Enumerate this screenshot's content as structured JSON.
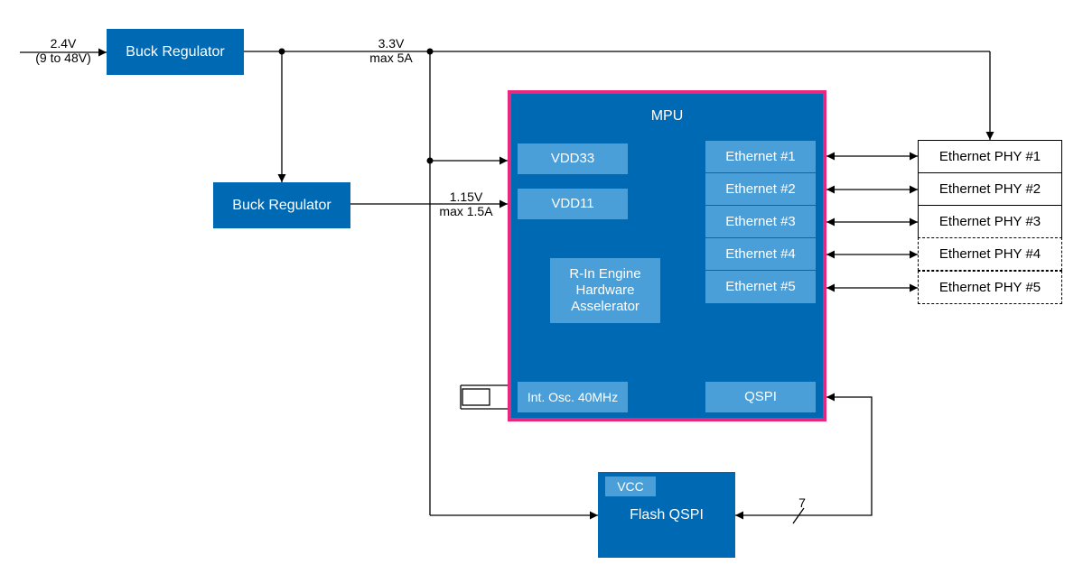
{
  "input": {
    "voltage": "2.4V",
    "range": "(9 to 48V)"
  },
  "buck1": {
    "label": "Buck Regulator"
  },
  "buck2": {
    "label": "Buck Regulator"
  },
  "rail33": {
    "voltage": "3.3V",
    "current": "max 5A"
  },
  "rail11": {
    "voltage": "1.15V",
    "current": "max 1.5A"
  },
  "mpu": {
    "title": "MPU",
    "vdd33": "VDD33",
    "vdd11": "VDD11",
    "rin": [
      "R-In Engine",
      "Hardware",
      "Asselerator"
    ],
    "osc": "Int. Osc. 40MHz",
    "qspi": "QSPI",
    "ethernet": [
      "Ethernet #1",
      "Ethernet #2",
      "Ethernet #3",
      "Ethernet #4",
      "Ethernet #5"
    ]
  },
  "phys": [
    "Ethernet PHY #1",
    "Ethernet PHY #2",
    "Ethernet PHY #3",
    "Ethernet PHY #4",
    "Ethernet PHY #5"
  ],
  "flash": {
    "vcc": "VCC",
    "label": "Flash QSPI",
    "bus_width": "7"
  },
  "colors": {
    "block": "#0069b4",
    "sub_block": "#4a9fd8",
    "mpu_border": "#e6287f"
  }
}
